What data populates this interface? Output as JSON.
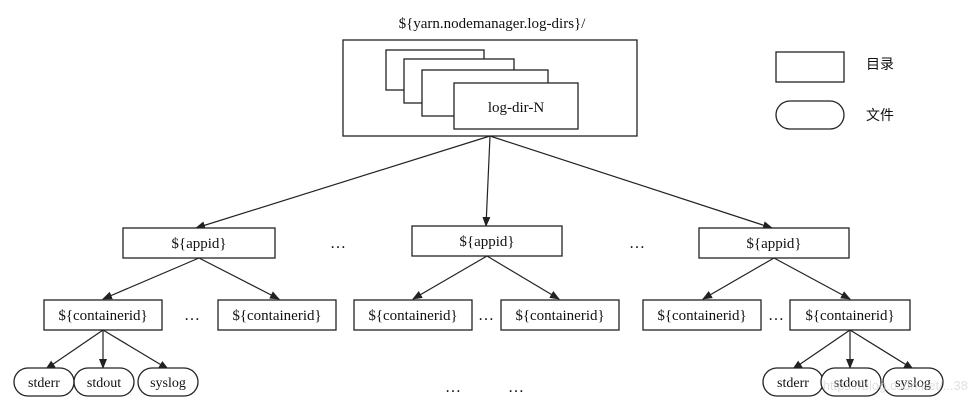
{
  "root_title": "${yarn.nodemanager.log-dirs}/",
  "log_dir_label": "log-dir-N",
  "legend": {
    "directory_label": "目录",
    "file_label": "文件"
  },
  "appid_label": "${appid}",
  "containerid_label": "${containerid}",
  "ellipsis": "…",
  "files": {
    "stderr": "stderr",
    "stdout": "stdout",
    "syslog": "syslog"
  },
  "watermark": "https://blog.csdn.net/...38"
}
